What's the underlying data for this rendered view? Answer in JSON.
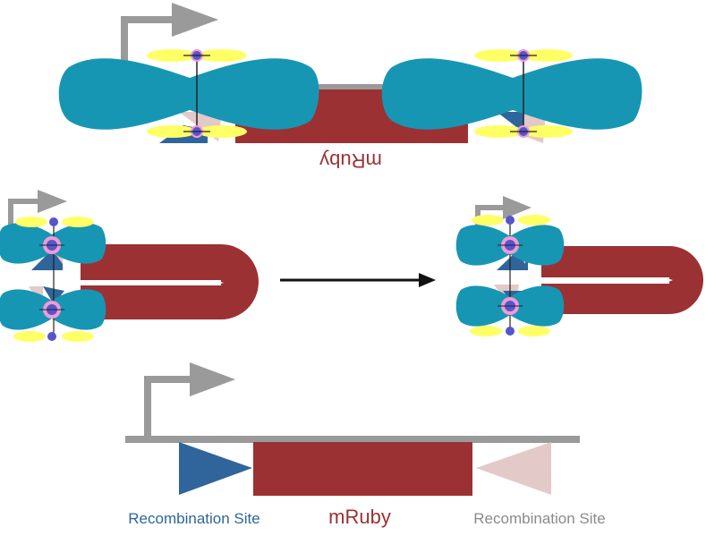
{
  "colors": {
    "backbone": "#9a9a9a",
    "gene": "#9b3133",
    "site_a": "#2f659b",
    "site_b": "#e3c9c8",
    "recombinase": "#1796b4",
    "spacer": "#ffff66",
    "node": "#5555cc",
    "node_glow": "#f29ad6",
    "arrow": "#111111"
  },
  "labels": {
    "top_gene": "mRuby",
    "bottom_gene": "mRuby",
    "site_left": "Recombination Site",
    "site_right": "Recombination Site"
  }
}
